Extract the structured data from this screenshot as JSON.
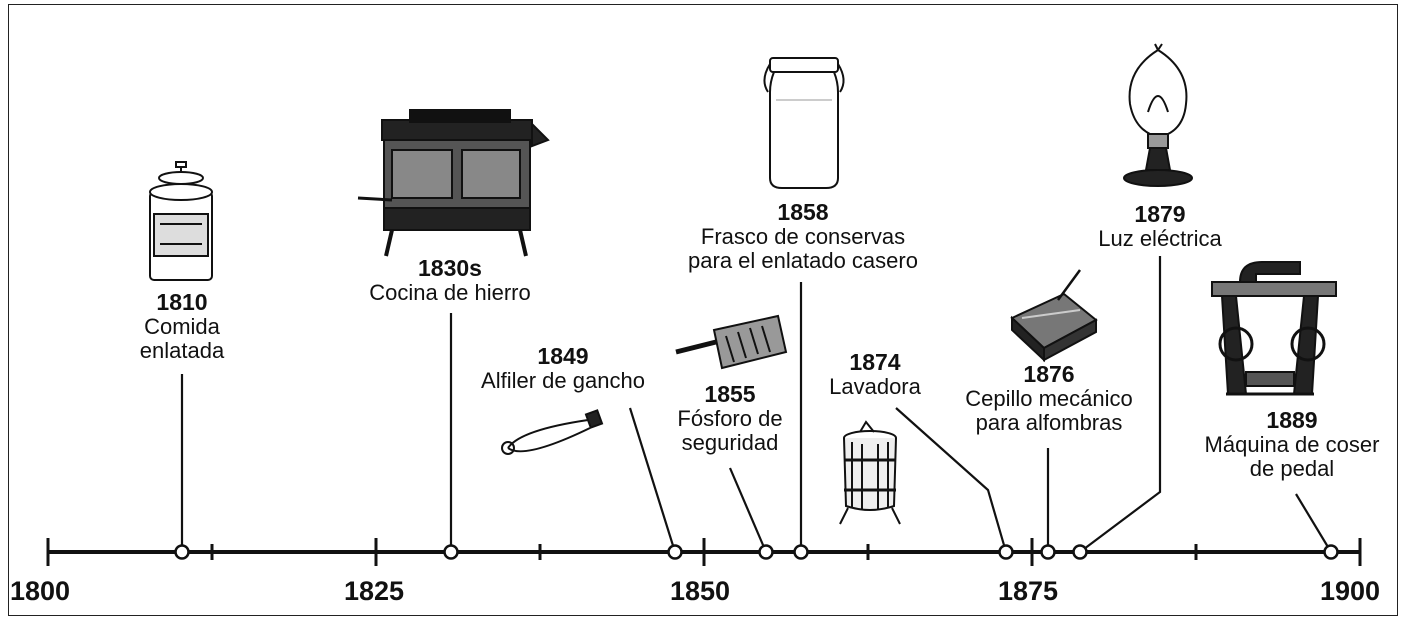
{
  "axis": {
    "ticks": [
      "1800",
      "1825",
      "1850",
      "1875",
      "1900"
    ]
  },
  "events": [
    {
      "year": "1810",
      "desc": "Comida\nenlatada",
      "icon": "tin-can-icon"
    },
    {
      "year": "1830s",
      "desc": "Cocina de hierro",
      "icon": "iron-stove-icon"
    },
    {
      "year": "1849",
      "desc": "Alfiler de gancho",
      "icon": "safety-pin-icon"
    },
    {
      "year": "1855",
      "desc": "Fósforo de\nseguridad",
      "icon": "matchbox-icon"
    },
    {
      "year": "1858",
      "desc": "Frasco de conservas\npara el enlatado casero",
      "icon": "mason-jar-icon"
    },
    {
      "year": "1874",
      "desc": "Lavadora",
      "icon": "washing-machine-icon"
    },
    {
      "year": "1876",
      "desc": "Cepillo mecánico\npara alfombras",
      "icon": "carpet-sweeper-icon"
    },
    {
      "year": "1879",
      "desc": "Luz eléctrica",
      "icon": "light-bulb-icon"
    },
    {
      "year": "1889",
      "desc": "Máquina de coser\nde pedal",
      "icon": "sewing-machine-icon"
    }
  ]
}
